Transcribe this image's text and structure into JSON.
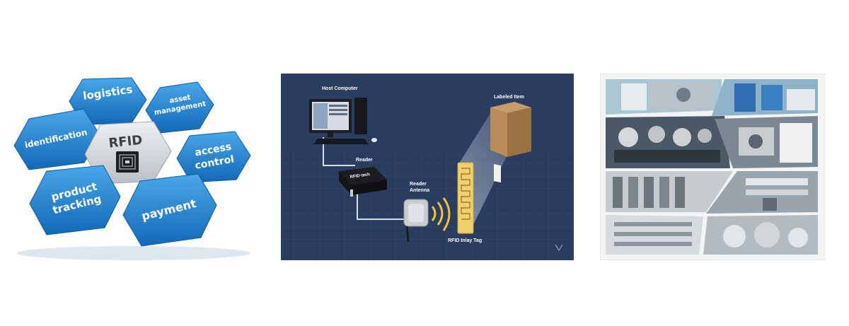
{
  "hex_panel": {
    "center": "RFID",
    "items": [
      "logistics",
      "asset",
      "management",
      "identification",
      "access",
      "control",
      "product",
      "tracking",
      "payment"
    ]
  },
  "diagram_panel": {
    "labels": {
      "host_computer": "Host Computer",
      "labeled_item": "Labeled Item",
      "reader": "Reader",
      "reader_antenna_1": "Reader",
      "reader_antenna_2": "Antenna",
      "rfid_inlay_tag": "RFID Inlay Tag"
    },
    "colors": {
      "background": "#2a3c60",
      "tag": "#f1cf6d",
      "wave": "#f2c23a"
    }
  },
  "photo_panel": {
    "description_icon": "factory-photo-collage"
  },
  "colors": {
    "hex_blue": "#2585cf",
    "hex_center": "#d3d7da"
  }
}
